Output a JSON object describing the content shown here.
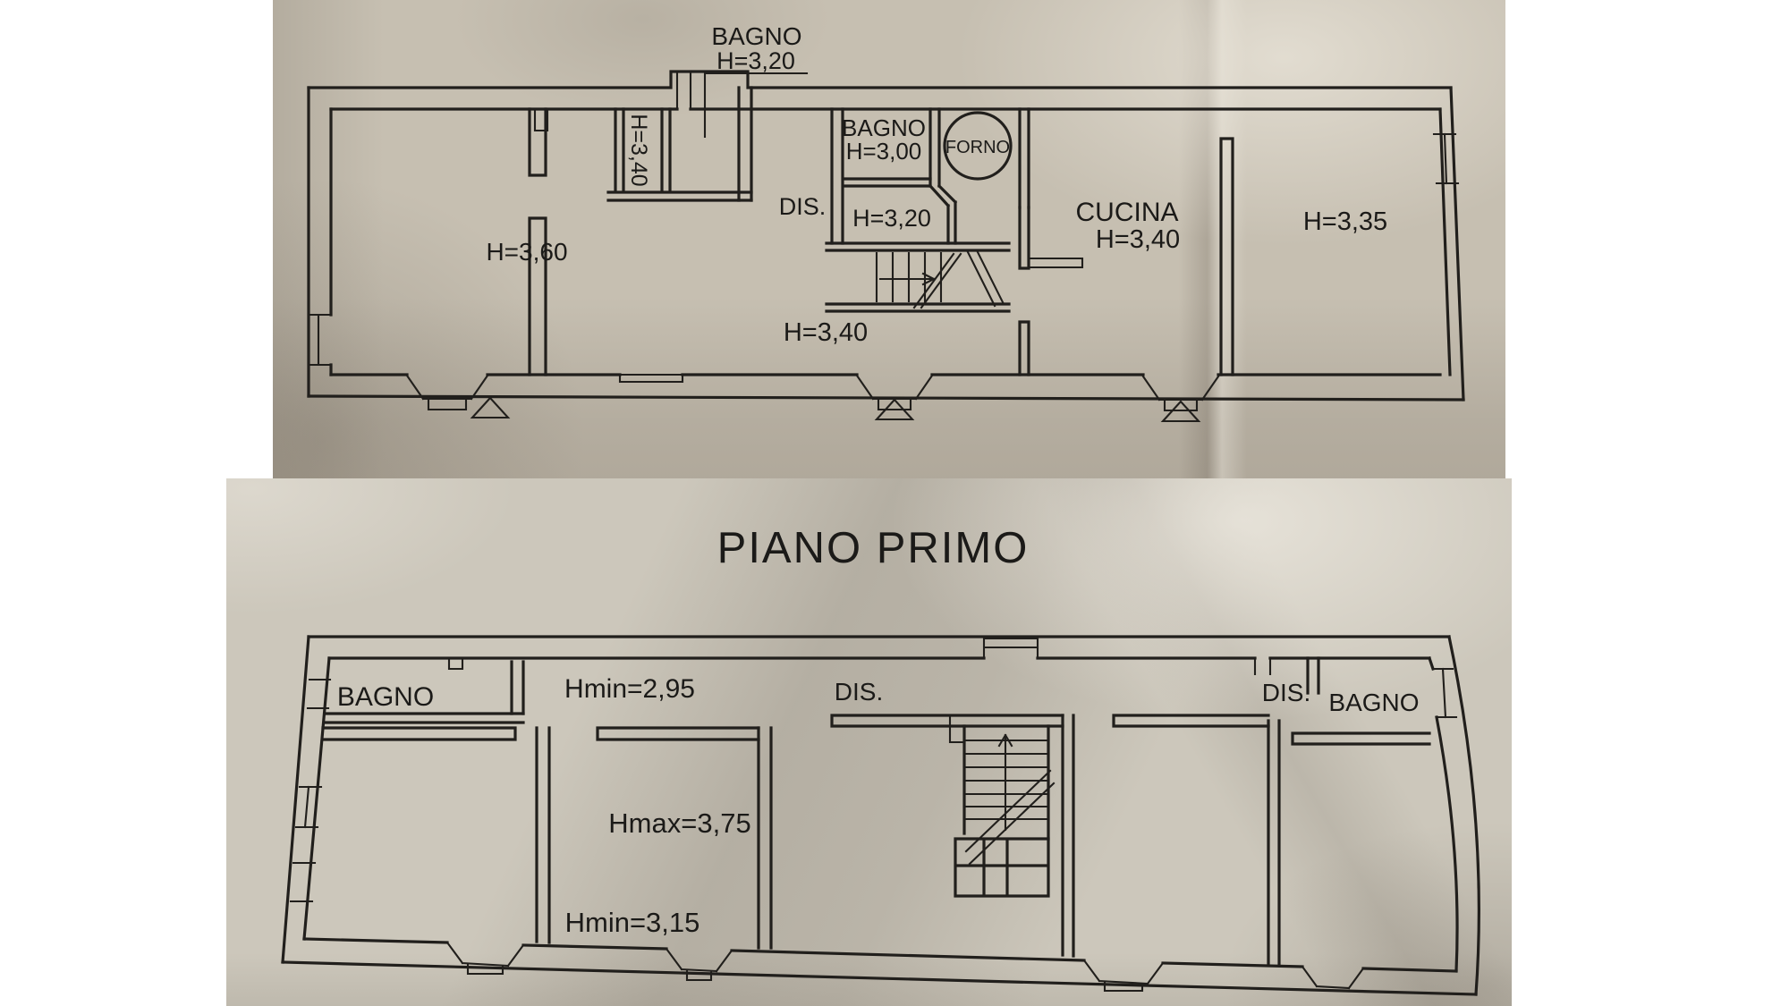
{
  "document": {
    "type": "floor-plan-photos",
    "ink_color": "#211f1c",
    "paper_color_top": "#c6bfb1",
    "paper_color_bottom": "#ccc7bb"
  },
  "top_plan": {
    "callout": {
      "line1": "BAGNO",
      "line2": "H=3,20"
    },
    "closet_height": "H=3,40",
    "room1_height": "H=3,60",
    "dis": "DIS.",
    "bagno_small": {
      "line1": "BAGNO",
      "line2": "H=3,00"
    },
    "forno": "FORNO",
    "mid_room_height": "H=3,20",
    "corridor_height": "H=3,40",
    "cucina": {
      "line1": "CUCINA",
      "line2": "H=3,40"
    },
    "right_room_height": "H=3,35"
  },
  "bottom_plan": {
    "title": "PIANO PRIMO",
    "bagno_left": "BAGNO",
    "corridor_height_min": "Hmin=2,95",
    "dis_1": "DIS.",
    "dis_2": "DIS.",
    "bagno_right": "BAGNO",
    "room_height_max": "Hmax=3,75",
    "room_height_min": "Hmin=3,15"
  }
}
